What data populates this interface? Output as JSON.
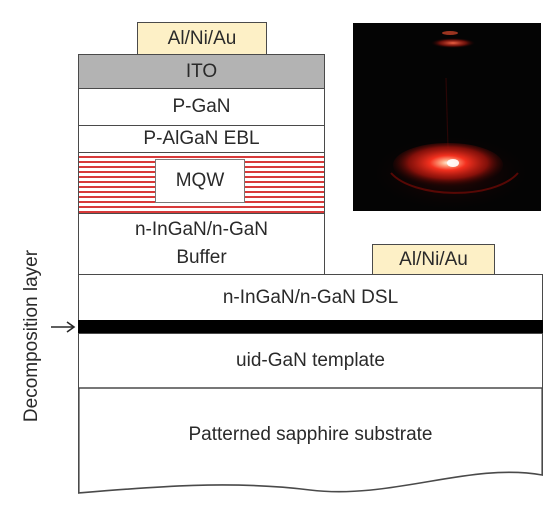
{
  "contacts": {
    "top": "Al/Ni/Au",
    "mesa": "Al/Ni/Au"
  },
  "layers": {
    "ito": "ITO",
    "p_gan": "P-GaN",
    "p_algan": "P-AlGaN EBL",
    "mqw": "MQW",
    "n_buffer_line1": "n-InGaN/n-GaN",
    "n_buffer_line2": "Buffer",
    "dsl": "n-InGaN/n-GaN DSL",
    "uid_template": "uid-GaN template",
    "substrate": "Patterned sapphire substrate"
  },
  "side_label": "Decomposition layer",
  "colors": {
    "contact_fill": "#fdf0c6",
    "ito_fill": "#b3b3b3",
    "mqw_stripe": "#d83a3a",
    "decomposition_layer": "#000000",
    "photo_background": "#040404",
    "emission_glow": "#ff2a1a"
  },
  "icons": {
    "arrow": "arrow-right-icon"
  }
}
